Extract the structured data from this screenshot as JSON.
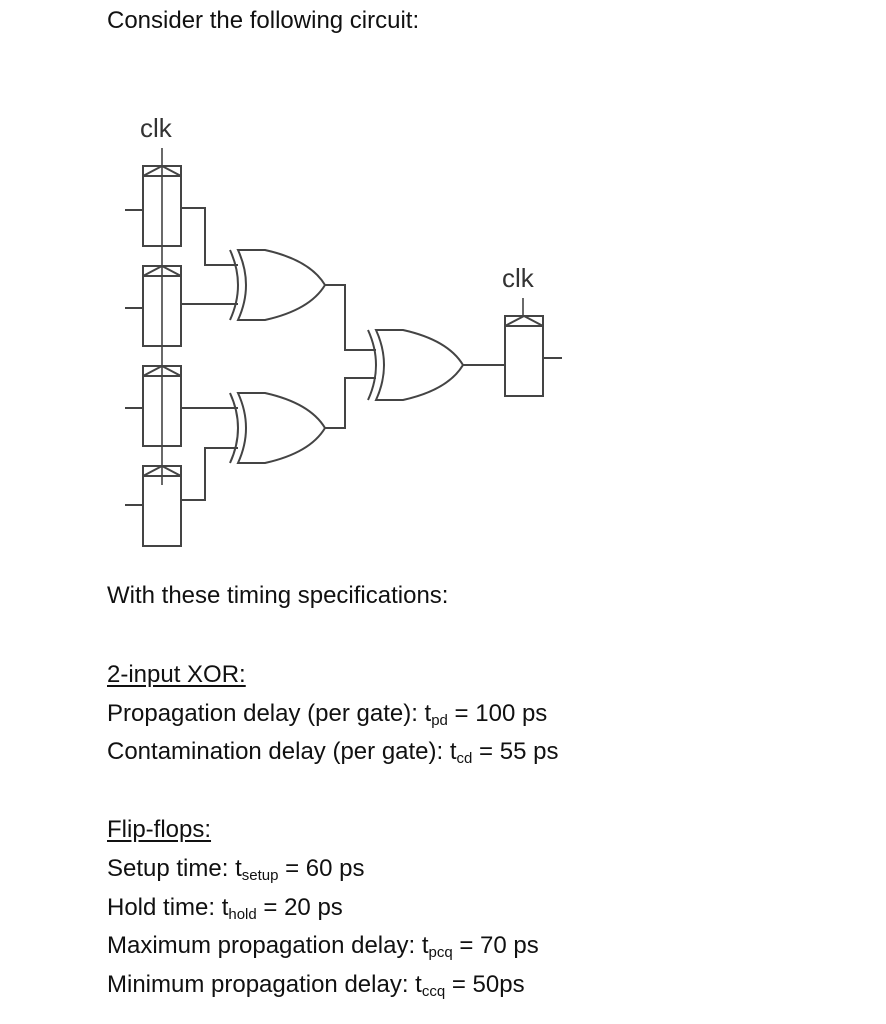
{
  "intro": "Consider the following circuit:",
  "circuit": {
    "clk_left": "clk",
    "clk_right": "clk"
  },
  "timing_intro": "With these timing specifications:",
  "xor": {
    "heading": "2-input XOR:",
    "pd": {
      "prefix": "Propagation delay (per gate):  t",
      "sub": "pd",
      "suffix": " = 100 ps"
    },
    "cd": {
      "prefix": "Contamination delay (per gate): t",
      "sub": "cd",
      "suffix": " = 55 ps"
    }
  },
  "ff": {
    "heading": "Flip-flops:",
    "setup": {
      "prefix": "Setup time: t",
      "sub": "setup",
      "suffix": " = 60 ps"
    },
    "hold": {
      "prefix": "Hold time: t",
      "sub": "hold",
      "suffix": " = 20 ps"
    },
    "pcq": {
      "prefix": "Maximum propagation delay:  t",
      "sub": "pcq",
      "suffix": " = 70 ps"
    },
    "ccq": {
      "prefix": "Minimum propagation delay: t",
      "sub": "ccq",
      "suffix": " = 50ps"
    }
  }
}
